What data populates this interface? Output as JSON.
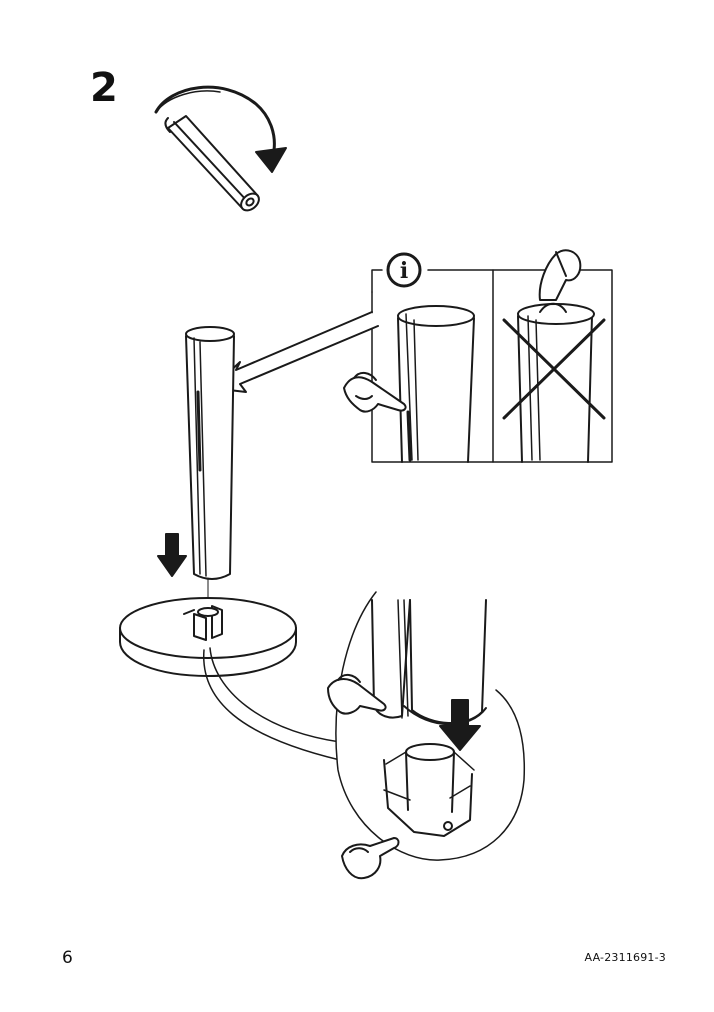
{
  "step": {
    "number": "2"
  },
  "info": {
    "symbol": "i"
  },
  "footer": {
    "page_number": "6",
    "document_code": "AA-2311691-3"
  },
  "icons": [
    "curved-arrow-icon",
    "info-icon",
    "down-arrow-icon",
    "pointing-hand-icon",
    "cross-mark-icon"
  ],
  "colors": {
    "line": "#1a1a1a",
    "fill": "#ffffff"
  }
}
